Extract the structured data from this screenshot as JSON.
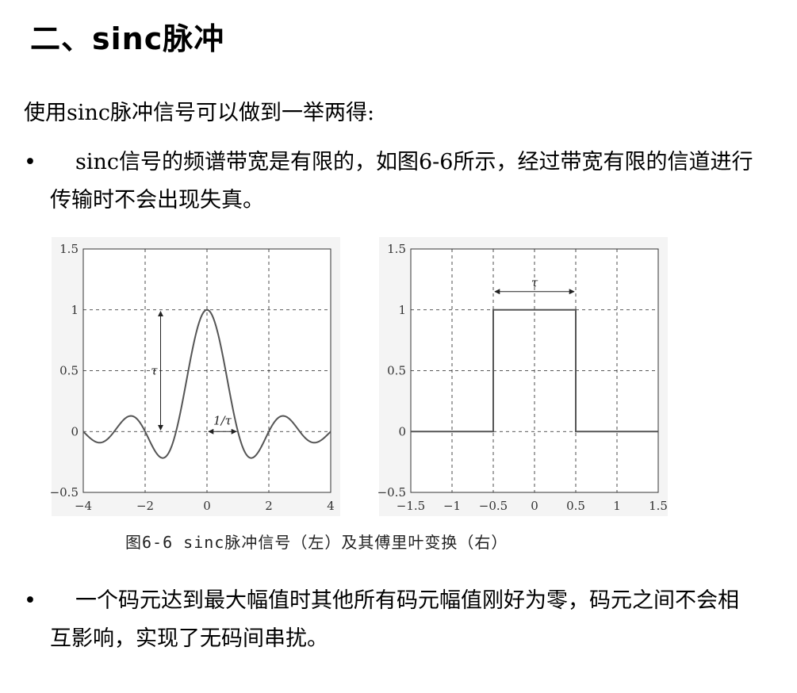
{
  "title": "二、sinc脉冲",
  "intro": "使用sinc脉冲信号可以做到一举两得:",
  "bullets": [
    {
      "marker": "•",
      "text": "sinc信号的频谱带宽是有限的，如图6-6所示，经过带宽有限的信道进行传输时不会出现失真。"
    },
    {
      "marker": "•",
      "text": "一个码元达到最大幅值时其他所有码元幅值刚好为零，码元之间不会相互影响，实现了无码间串扰。"
    }
  ],
  "caption": "图6-6  sinc脉冲信号（左）及其傅里叶变换（右）",
  "colors": {
    "curve": "#555555",
    "grid": "#222222",
    "panel": "#f4f4f4"
  },
  "chart_data": [
    {
      "type": "line",
      "function": "sin(pi*x)/(pi*x)",
      "xlim": [
        -4,
        4
      ],
      "ylim": [
        -0.5,
        1.5
      ],
      "xticks": [
        "−4",
        "−2",
        "0",
        "2",
        "4"
      ],
      "xtick_values": [
        -4,
        -2,
        0,
        2,
        4
      ],
      "yticks": [
        "−0.5",
        "0",
        "0.5",
        "1",
        "1.5"
      ],
      "ytick_values": [
        -0.5,
        0,
        0.5,
        1,
        1.5
      ],
      "grid": true,
      "annotations": {
        "height_label": "τ",
        "width_label": "1/τ"
      }
    },
    {
      "type": "line",
      "x": [
        -1.5,
        -0.5,
        -0.5,
        0.5,
        0.5,
        1.5
      ],
      "y": [
        0,
        0,
        1,
        1,
        0,
        0
      ],
      "xlim": [
        -1.5,
        1.5
      ],
      "ylim": [
        -0.5,
        1.5
      ],
      "xticks": [
        "−1.5",
        "−1",
        "−0.5",
        "0",
        "0.5",
        "1",
        "1.5"
      ],
      "xtick_values": [
        -1.5,
        -1,
        -0.5,
        0,
        0.5,
        1,
        1.5
      ],
      "yticks": [
        "−0.5",
        "0",
        "0.5",
        "1",
        "1.5"
      ],
      "ytick_values": [
        -0.5,
        0,
        0.5,
        1,
        1.5
      ],
      "grid": true,
      "annotations": {
        "width_label": "τ"
      }
    }
  ]
}
